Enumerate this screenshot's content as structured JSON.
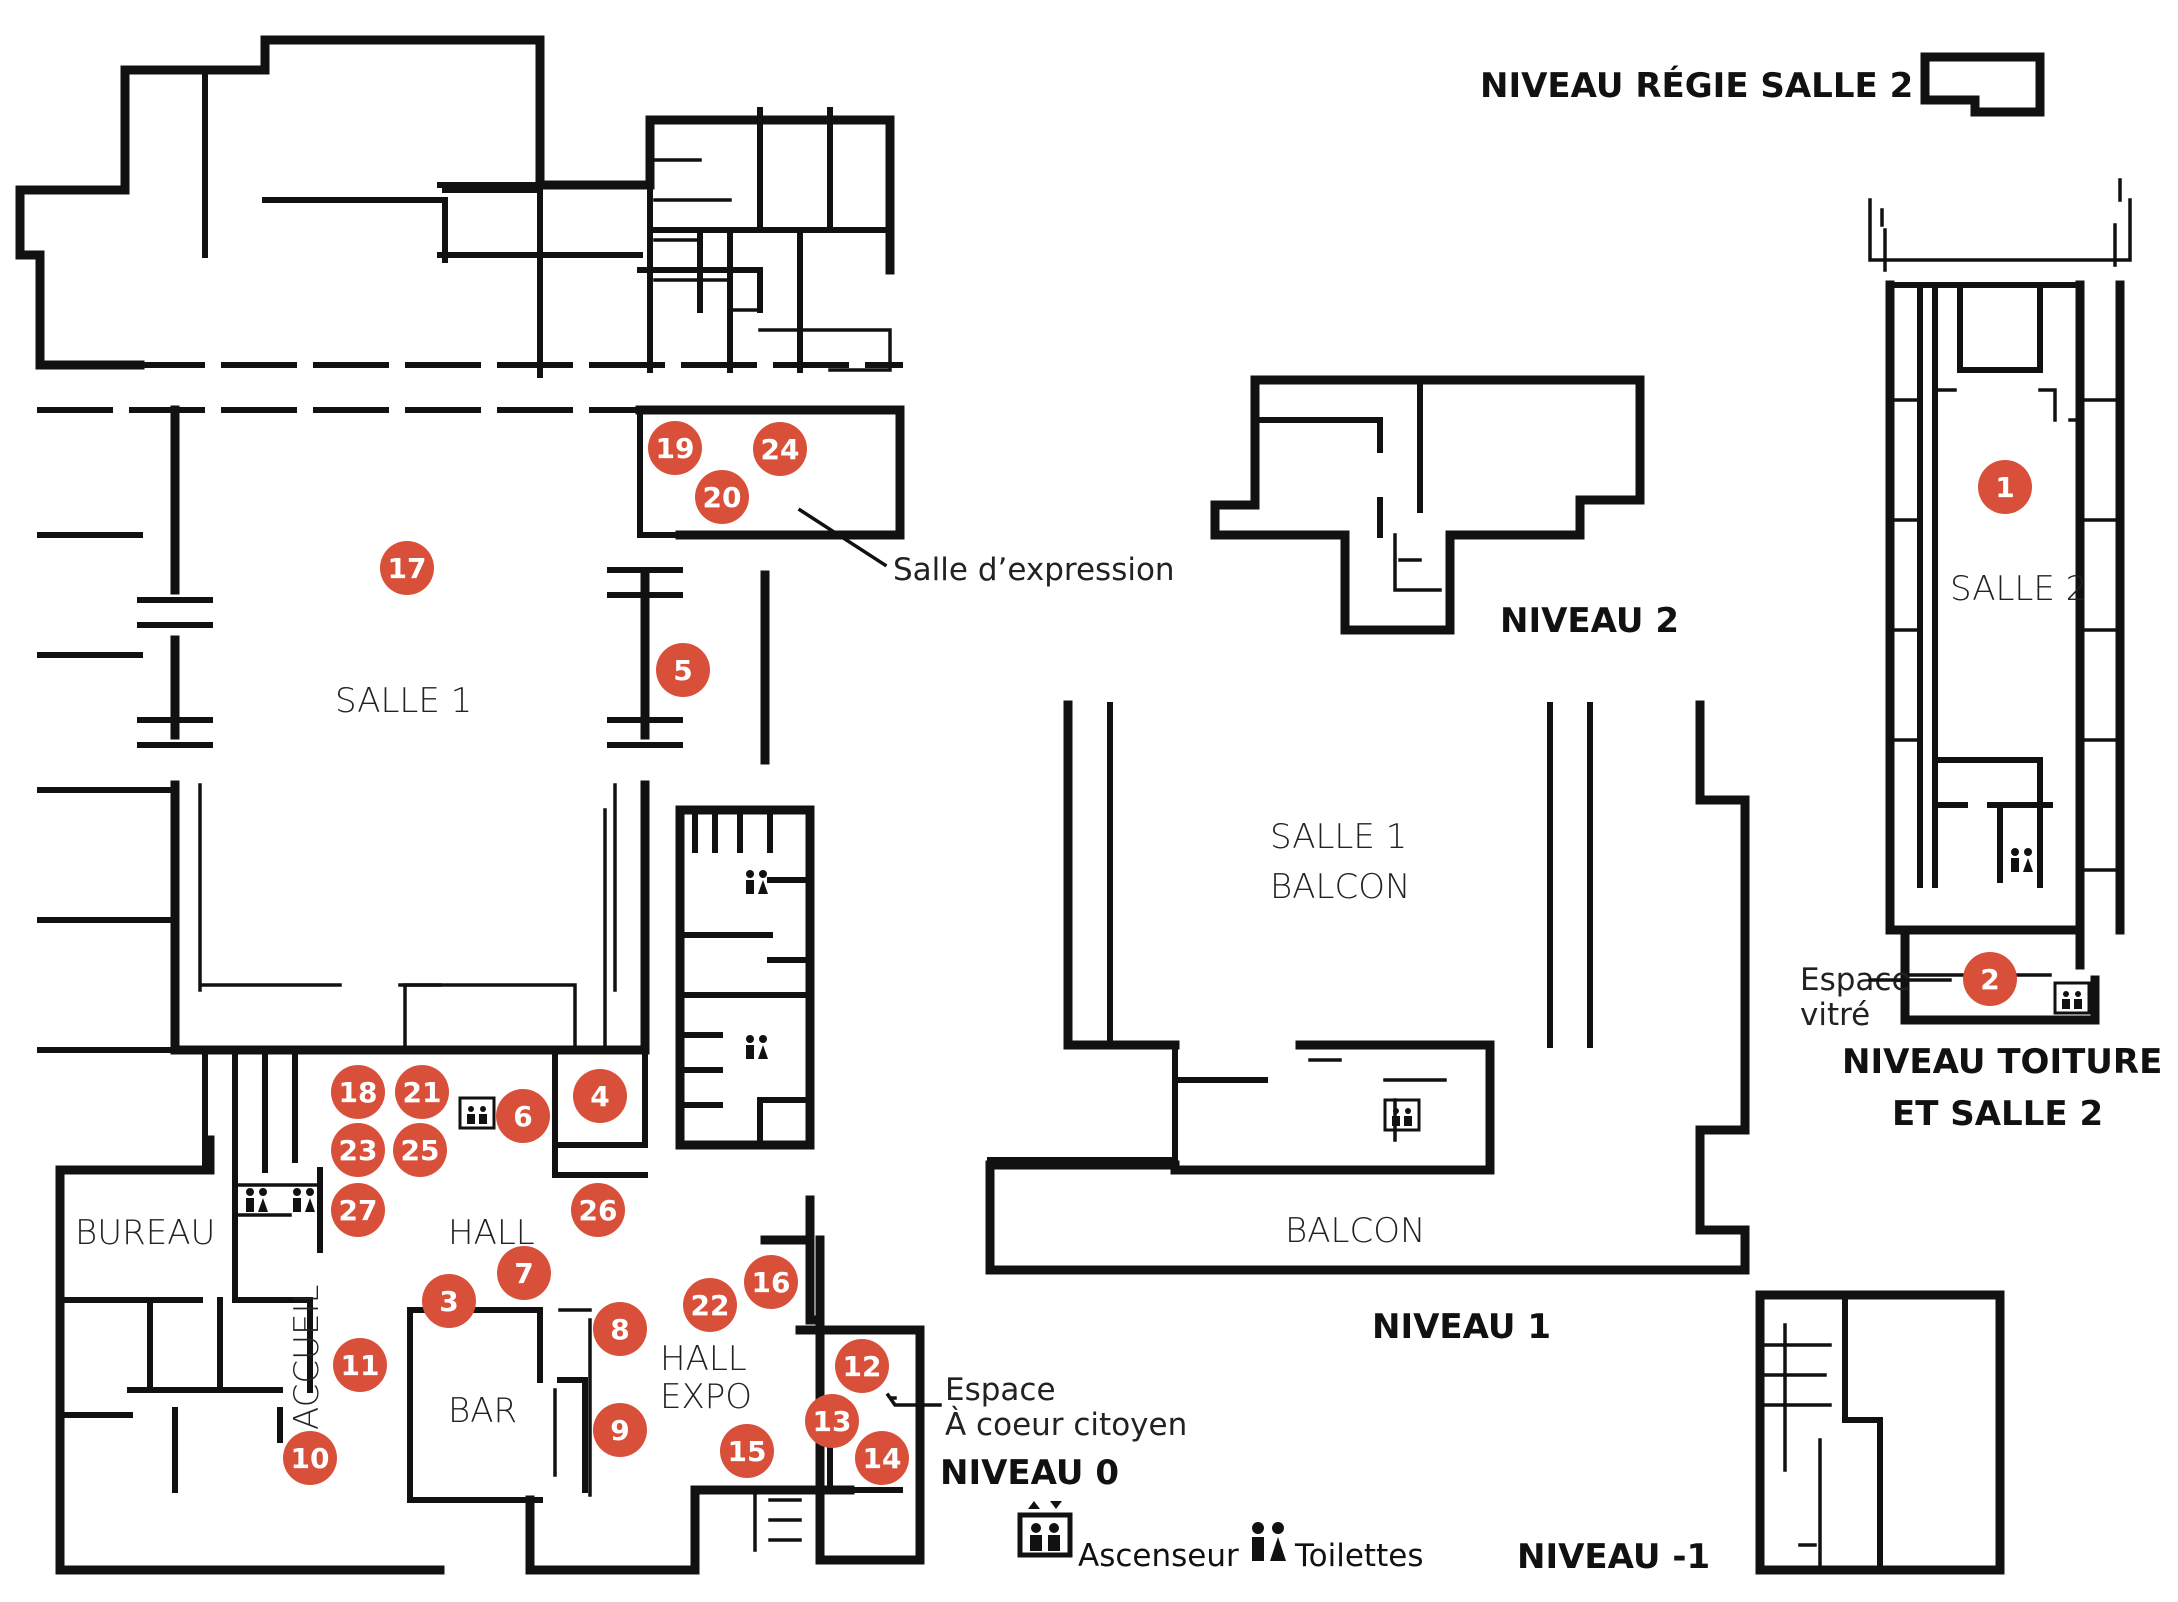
{
  "colors": {
    "marker": "#d9503a",
    "wall": "#111111"
  },
  "rooms": {
    "salle1": "SALLE 1",
    "salle2": "SALLE 2",
    "salle1_balcon_line1": "SALLE 1",
    "salle1_balcon_line2": "BALCON",
    "balcon": "BALCON",
    "bureau": "BUREAU",
    "hall": "HALL",
    "accueil": "ACCUEIL",
    "bar": "BAR",
    "hall_expo_line1": "HALL",
    "hall_expo_line2": "EXPO",
    "salle_expression": "Salle d’expression",
    "espace_vitre_line1": "Espace",
    "espace_vitre_line2": "vitré",
    "espace_citoyen_line1": "Espace",
    "espace_citoyen_line2": "À coeur citoyen"
  },
  "levels": {
    "regie": "NIVEAU RÉGIE SALLE 2",
    "niveau2": "NIVEAU 2",
    "niveau1": "NIVEAU 1",
    "niveau0": "NIVEAU 0",
    "niveau_minus1": "NIVEAU -1",
    "toiture_line1": "NIVEAU TOITURE",
    "toiture_line2": "ET SALLE 2"
  },
  "markers": [
    "1",
    "2",
    "3",
    "4",
    "5",
    "6",
    "7",
    "8",
    "9",
    "10",
    "11",
    "12",
    "13",
    "14",
    "15",
    "16",
    "17",
    "18",
    "19",
    "20",
    "21",
    "22",
    "23",
    "24",
    "25",
    "26",
    "27"
  ],
  "legend": {
    "elevator_icon": "elevator-icon",
    "elevator_label": "Ascenseur",
    "toilet_icon": "toilet-icon",
    "toilet_label": "Toilettes"
  }
}
